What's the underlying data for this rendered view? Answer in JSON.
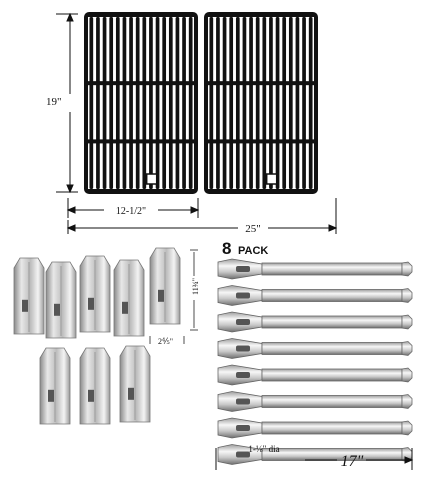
{
  "grates": {
    "height_label": "19\"",
    "single_width_label": "12-1/2\"",
    "total_width_label": "25\""
  },
  "heat_plates": {
    "height_label": "11¾\"",
    "width_label": "2⅘\"",
    "count": 8
  },
  "burners": {
    "pack_number": "8",
    "pack_word": "PACK",
    "count": 8,
    "diameter_label": "1-⅛\" dia",
    "length_label": "17\""
  },
  "colors": {
    "grate": "#111111",
    "steel_light": "#f2f2f2",
    "steel_mid": "#bdbdbd",
    "steel_dark": "#7a7a7a"
  }
}
